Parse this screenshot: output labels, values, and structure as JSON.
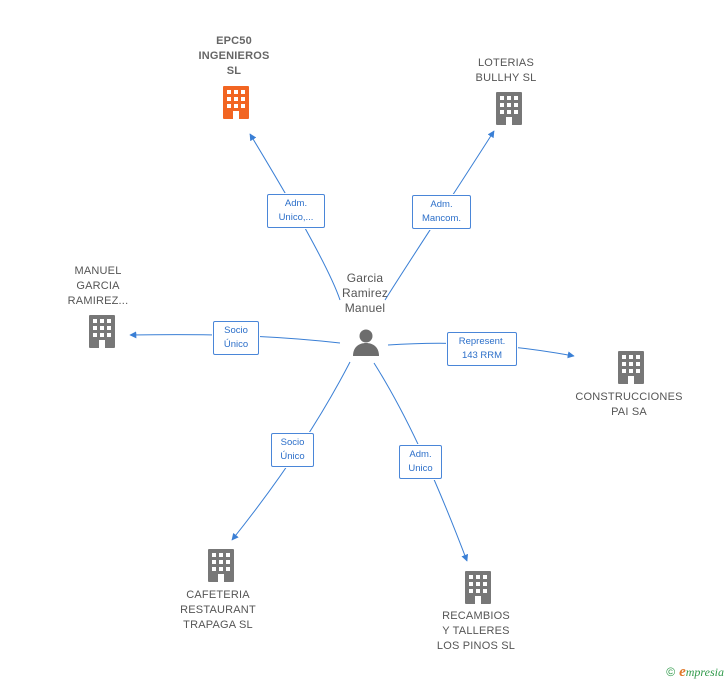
{
  "center": {
    "lines": [
      "Garcia",
      "Ramirez",
      "Manuel"
    ]
  },
  "nodes": [
    {
      "id": "epc50",
      "lines": [
        "EPC50",
        "INGENIEROS",
        "SL"
      ],
      "color": "#f26522"
    },
    {
      "id": "loterias",
      "lines": [
        "LOTERIAS",
        "BULLHY  SL"
      ],
      "color": "#777777"
    },
    {
      "id": "manuel",
      "lines": [
        "MANUEL",
        "GARCIA",
        "RAMIREZ..."
      ],
      "color": "#777777"
    },
    {
      "id": "construcciones",
      "lines": [
        "CONSTRUCCIONES",
        "PAI SA"
      ],
      "color": "#777777"
    },
    {
      "id": "cafeteria",
      "lines": [
        "CAFETERIA",
        "RESTAURANT",
        "TRAPAGA  SL"
      ],
      "color": "#777777"
    },
    {
      "id": "recambios",
      "lines": [
        "RECAMBIOS",
        "Y TALLERES",
        "LOS PINOS SL"
      ],
      "color": "#777777"
    }
  ],
  "edges": [
    {
      "to": "epc50",
      "lines": [
        "Adm.",
        "Unico,..."
      ]
    },
    {
      "to": "loterias",
      "lines": [
        "Adm.",
        "Mancom."
      ]
    },
    {
      "to": "manuel",
      "lines": [
        "Socio",
        "Único"
      ]
    },
    {
      "to": "construcciones",
      "lines": [
        "Represent.",
        "143 RRM"
      ]
    },
    {
      "to": "cafeteria",
      "lines": [
        "Socio",
        "Único"
      ]
    },
    {
      "to": "recambios",
      "lines": [
        "Adm.",
        "Unico"
      ]
    }
  ],
  "colors": {
    "edge": "#3a7fd5",
    "person": "#6d6d6d"
  },
  "footer": {
    "symbol": "©",
    "brand_initial": "e",
    "brand_rest": "mpresia"
  }
}
